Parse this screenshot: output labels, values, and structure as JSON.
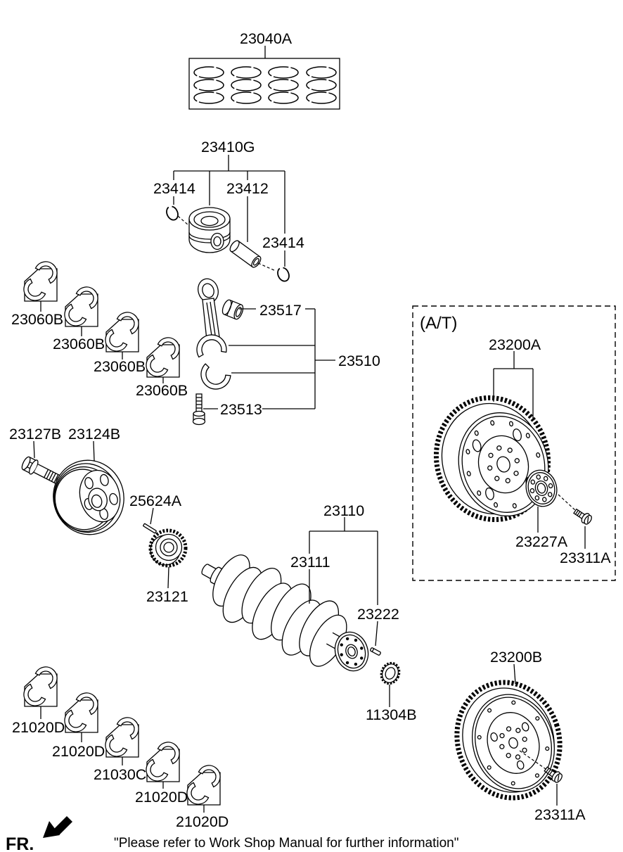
{
  "diagram": {
    "footer_note": "\"Please refer to Work Shop Manual for further information\"",
    "fr_label": "FR.",
    "at_box_label": "(A/T)",
    "ink_color": "#000000",
    "background_color": "#ffffff"
  },
  "parts": [
    {
      "callout": "23040A"
    },
    {
      "callout": "23410G"
    },
    {
      "callout": "23414"
    },
    {
      "callout": "23412"
    },
    {
      "callout": "23414"
    },
    {
      "callout": "23060B"
    },
    {
      "callout": "23060B"
    },
    {
      "callout": "23060B"
    },
    {
      "callout": "23060B"
    },
    {
      "callout": "23517"
    },
    {
      "callout": "23510"
    },
    {
      "callout": "23513"
    },
    {
      "callout": "23127B"
    },
    {
      "callout": "23124B"
    },
    {
      "callout": "25624A"
    },
    {
      "callout": "23121"
    },
    {
      "callout": "23110"
    },
    {
      "callout": "23111"
    },
    {
      "callout": "23222"
    },
    {
      "callout": "11304B"
    },
    {
      "callout": "23200A"
    },
    {
      "callout": "23227A"
    },
    {
      "callout": "23311A"
    },
    {
      "callout": "23200B"
    },
    {
      "callout": "23311A"
    },
    {
      "callout": "21020D"
    },
    {
      "callout": "21020D"
    },
    {
      "callout": "21030C"
    },
    {
      "callout": "21020D"
    },
    {
      "callout": "21020D"
    }
  ]
}
